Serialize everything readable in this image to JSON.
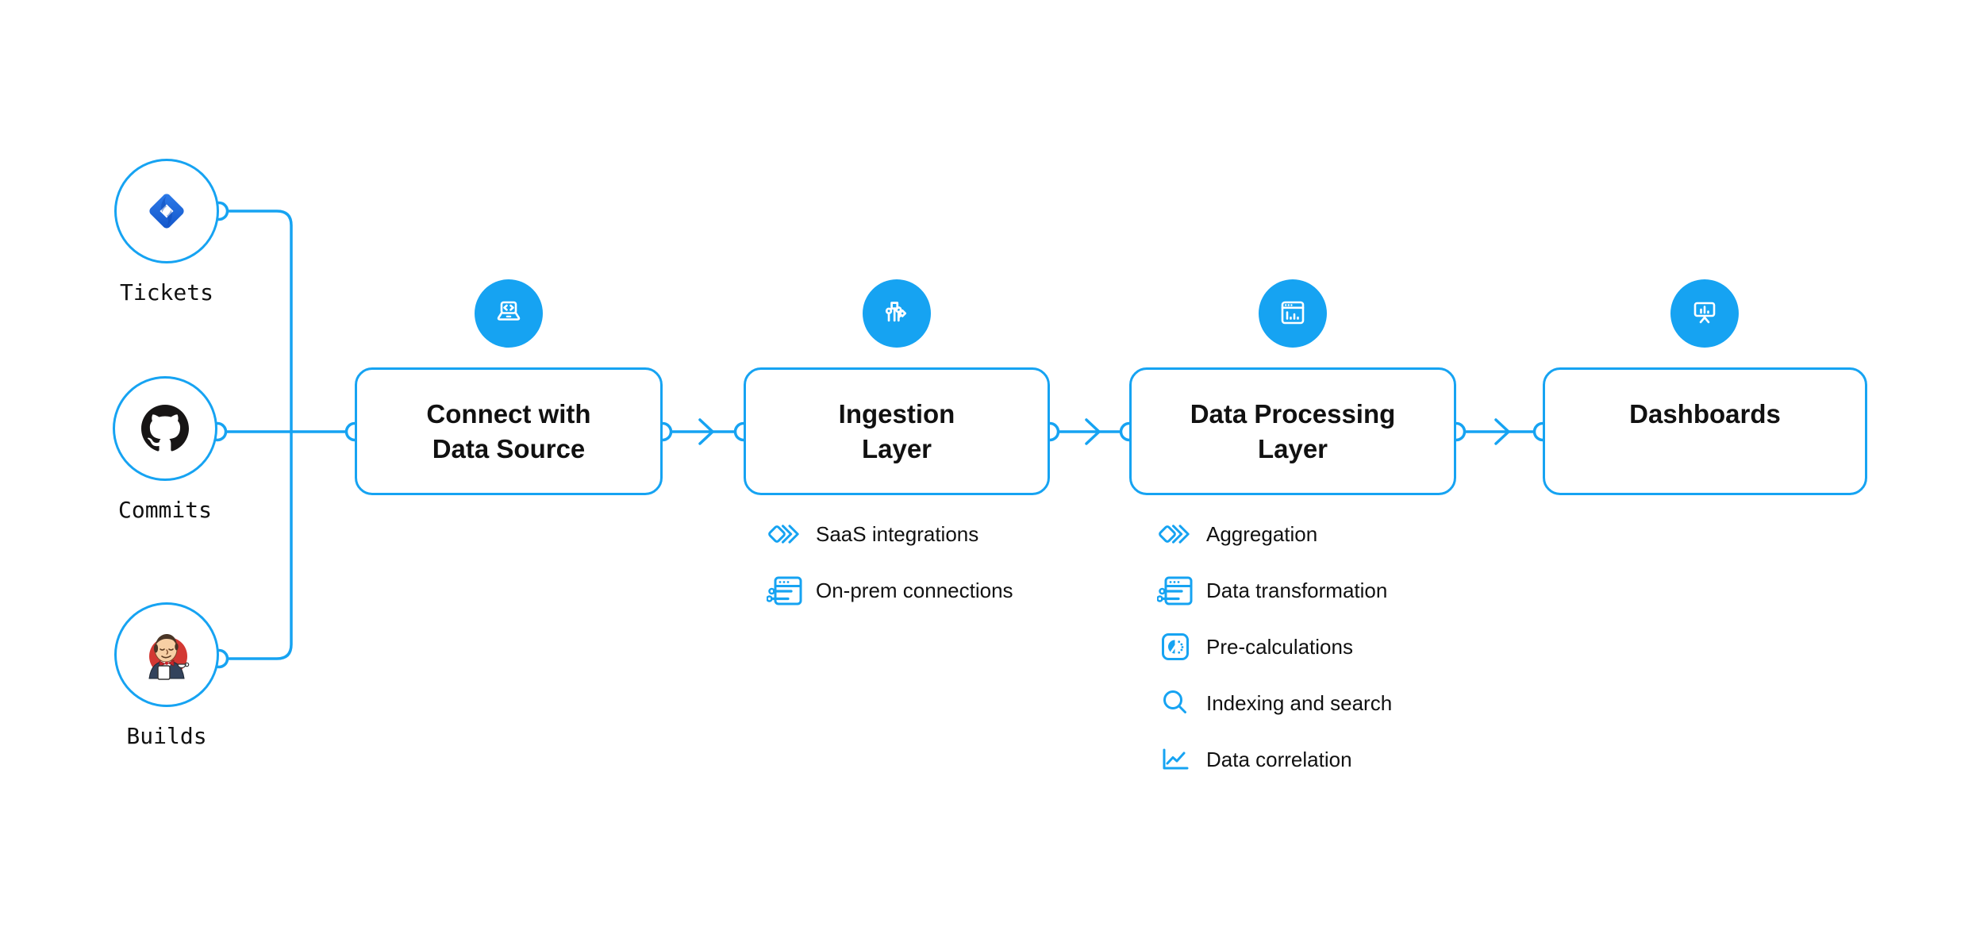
{
  "colors": {
    "accent": "#16A3F2",
    "ink": "#111111",
    "jira_blue": "#2E7CEA",
    "jira_dark": "#1355C9",
    "github_black": "#171515",
    "jenkins_red": "#D33833",
    "jenkins_navy": "#33435C",
    "jenkins_skin": "#F7CFA4"
  },
  "sources": [
    {
      "label": "Tickets",
      "icon": "jira-icon"
    },
    {
      "label": "Commits",
      "icon": "github-icon"
    },
    {
      "label": "Builds",
      "icon": "jenkins-icon"
    }
  ],
  "stages": [
    {
      "title": "Connect with Data Source",
      "icon": "laptop-code-icon",
      "features": []
    },
    {
      "title": "Ingestion Layer",
      "icon": "circuit-icon",
      "features": [
        {
          "label": "SaaS integrations",
          "icon": "diamond-chevrons-icon"
        },
        {
          "label": "On-prem connections",
          "icon": "window-sliders-icon"
        }
      ]
    },
    {
      "title": "Data Processing Layer",
      "icon": "window-chart-icon",
      "features": [
        {
          "label": "Aggregation",
          "icon": "diamond-chevrons-icon"
        },
        {
          "label": "Data transformation",
          "icon": "window-sliders-icon"
        },
        {
          "label": "Pre-calculations",
          "icon": "gauge-icon"
        },
        {
          "label": "Indexing and search",
          "icon": "search-icon"
        },
        {
          "label": "Data correlation",
          "icon": "line-chart-icon"
        }
      ]
    },
    {
      "title": "Dashboards",
      "icon": "presentation-chart-icon",
      "features": []
    }
  ]
}
